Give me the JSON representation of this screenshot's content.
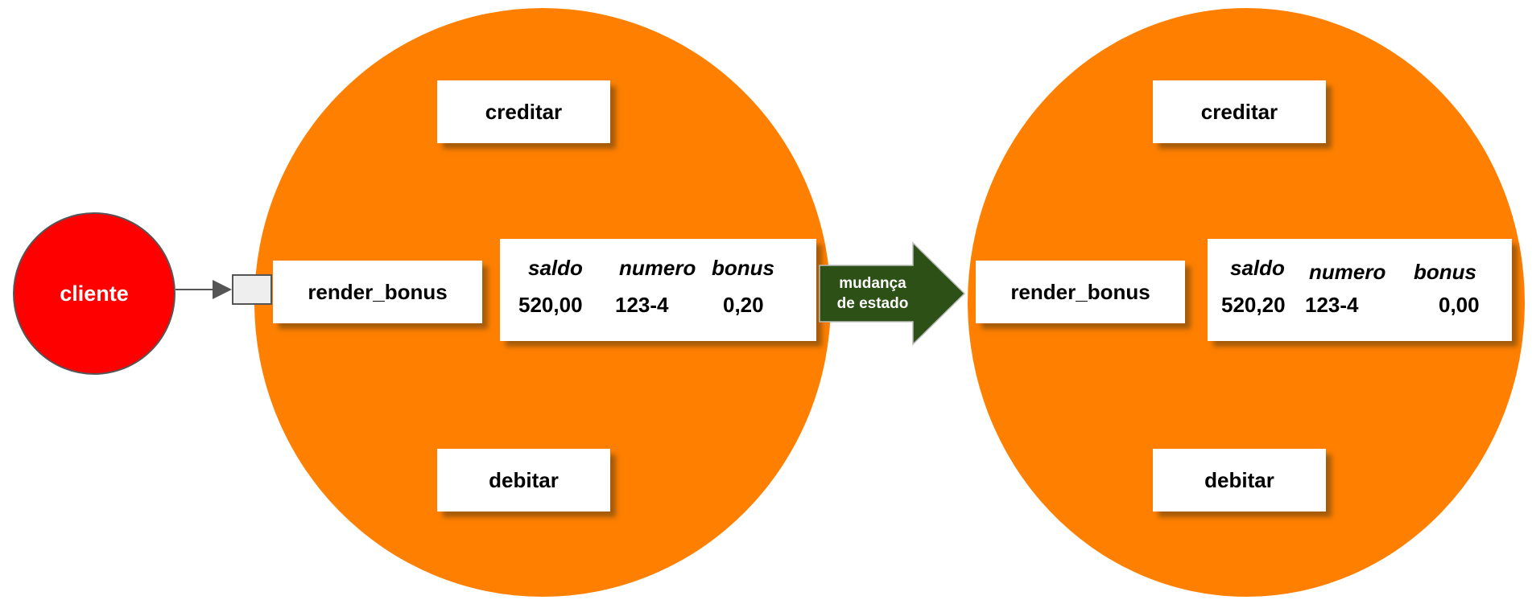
{
  "client": {
    "label": "cliente"
  },
  "before": {
    "methods": {
      "creditar": "creditar",
      "render_bonus": "render_bonus",
      "debitar": "debitar"
    },
    "state": {
      "headers": {
        "saldo": "saldo",
        "numero": "numero",
        "bonus": "bonus"
      },
      "values": {
        "saldo": "520,00",
        "numero": "123-4",
        "bonus": "0,20"
      }
    }
  },
  "transition": {
    "line1": "mudança",
    "line2": "de estado"
  },
  "after": {
    "methods": {
      "creditar": "creditar",
      "render_bonus": "render_bonus",
      "debitar": "debitar"
    },
    "state": {
      "headers": {
        "saldo": "saldo",
        "numero": "numero",
        "bonus": "bonus"
      },
      "values": {
        "saldo": "520,20",
        "numero": "123-4",
        "bonus": "0,00"
      }
    }
  },
  "colors": {
    "object": "#ff8000",
    "client": "#ff0000",
    "arrow": "#2d5016"
  }
}
